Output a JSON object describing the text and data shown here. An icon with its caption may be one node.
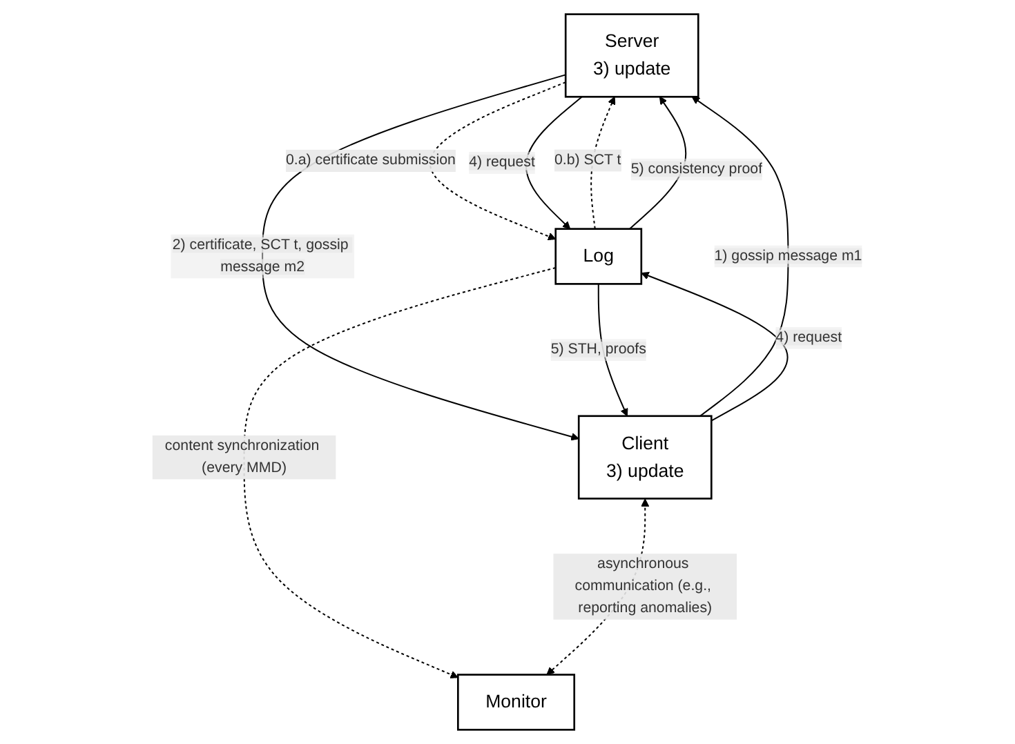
{
  "diagram": {
    "nodes": [
      {
        "text": [
          "Server",
          "3) update"
        ]
      },
      {
        "text": [
          "Log"
        ]
      },
      {
        "text": [
          "Client",
          "3) update"
        ]
      },
      {
        "text": [
          "Monitor"
        ]
      }
    ],
    "edges": [
      {
        "from": 0,
        "to": 1,
        "arrow": "to",
        "label": "0.a) certificate submission",
        "style": "dashed"
      },
      {
        "from": 1,
        "to": 0,
        "arrow": "to",
        "label": "0.b) SCT t",
        "style": "dashed"
      },
      {
        "from": 0,
        "to": 1,
        "arrow": "to",
        "label": "4) request"
      },
      {
        "from": 1,
        "to": 0,
        "arrow": "to",
        "label": "5) consistency proof"
      },
      {
        "from": 2,
        "to": 0,
        "arrow": "to",
        "label": "1) gossip message m1"
      },
      {
        "from": 0,
        "to": 2,
        "arrow": "to",
        "label": "2) certificate, SCT t, gossip message m2"
      },
      {
        "from": 2,
        "to": 1,
        "arrow": "to",
        "label": "4) request"
      },
      {
        "from": 1,
        "to": 2,
        "arrow": "to",
        "label": "5) STH, proofs"
      },
      {
        "from": 1,
        "to": 3,
        "arrow": "to",
        "label": "content synchronization (every MMD)",
        "style": "dashed"
      },
      {
        "from": 2,
        "to": 3,
        "arrow": "both",
        "label": "asynchronous communication (e.g., reporting anomalies)",
        "style": "dashed"
      }
    ]
  }
}
